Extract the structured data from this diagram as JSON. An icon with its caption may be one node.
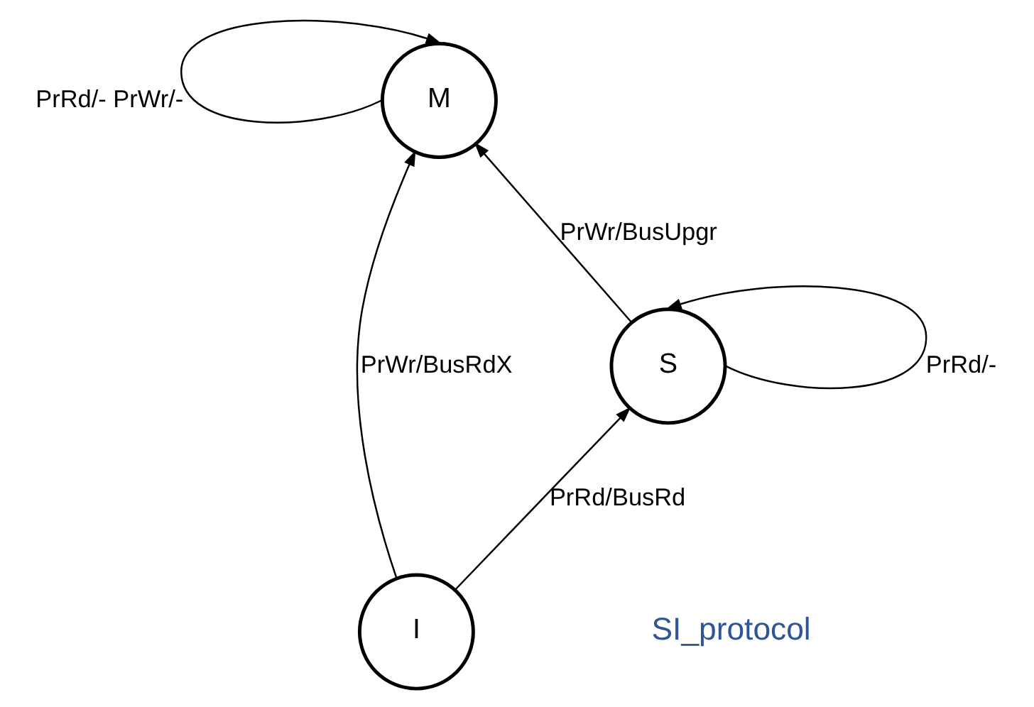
{
  "diagram": {
    "nodes": [
      {
        "text": [
          "M"
        ]
      },
      {
        "text": [
          "S"
        ]
      },
      {
        "text": [
          "I"
        ]
      }
    ],
    "edges": [
      {
        "from": 0,
        "to": 0,
        "arrow": "to",
        "label": "PrRd/- PrWr/-"
      },
      {
        "from": 1,
        "to": 1,
        "arrow": "to",
        "label": "PrRd/-"
      },
      {
        "from": 1,
        "to": 0,
        "arrow": "to",
        "label": "PrWr/BusUpgr"
      },
      {
        "from": 2,
        "to": 0,
        "arrow": "to",
        "label": "PrWr/BusRdX"
      },
      {
        "from": 2,
        "to": 1,
        "arrow": "to",
        "label": "PrRd/BusRd"
      }
    ],
    "labels": [
      "SI_protocol"
    ]
  }
}
